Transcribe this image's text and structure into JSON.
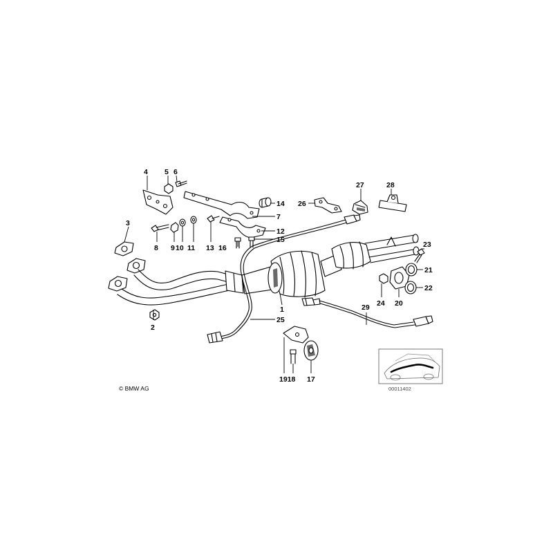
{
  "callouts": {
    "c1": "1",
    "c2": "2",
    "c3": "3",
    "c4": "4",
    "c5": "5",
    "c6": "6",
    "c7": "7",
    "c8": "8",
    "c9": "9",
    "c10": "10",
    "c11": "11",
    "c12": "12",
    "c13": "13",
    "c14": "14",
    "c15": "15",
    "c16": "16",
    "c17": "17",
    "c1918": "1918",
    "c20": "20",
    "c21": "21",
    "c22": "22",
    "c23": "23",
    "c24": "24",
    "c25": "25",
    "c26": "26",
    "c27": "27",
    "c28": "28",
    "c29": "29"
  },
  "footer": {
    "copyright": "© BMW AG",
    "diagram_id": "00011402"
  }
}
